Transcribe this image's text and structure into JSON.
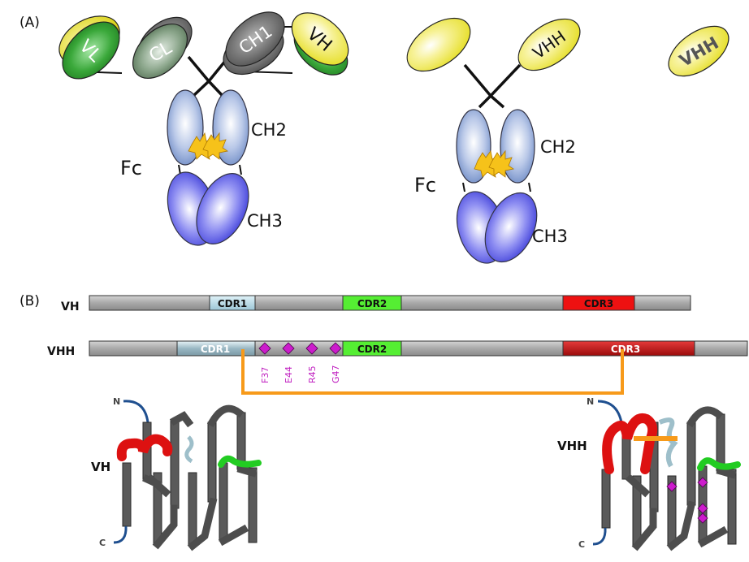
{
  "panel_a": {
    "label": "(A)",
    "conventional_antibody": {
      "light_chain": [
        "VL",
        "CL"
      ],
      "heavy_chain": [
        "CH1",
        "VH"
      ],
      "fc_label": "Fc",
      "ch2": "CH2",
      "ch3": "CH3"
    },
    "heavy_chain_antibody": {
      "domain": "VHH",
      "fc_label": "Fc",
      "ch2": "CH2",
      "ch3": "CH3"
    },
    "nanobody": {
      "domain": "VHH"
    }
  },
  "panel_b": {
    "label": "(B)",
    "vh_bar": {
      "label": "VH",
      "cdr1": "CDR1",
      "cdr2": "CDR2",
      "cdr3": "CDR3"
    },
    "vhh_bar": {
      "label": "VHH",
      "cdr1": "CDR1",
      "cdr2": "CDR2",
      "cdr3": "CDR3",
      "hallmark_mutations": [
        "F37",
        "E44",
        "R45",
        "G47"
      ]
    },
    "vh_structure": {
      "label": "VH",
      "n_term": "N",
      "c_term": "C"
    },
    "vhh_structure": {
      "label": "VHH",
      "n_term": "N",
      "c_term": "C"
    }
  },
  "colors": {
    "vl_green": "#2e9a2e",
    "light_yellow": "#f2ee4a",
    "cl_gray": "#6f8a6f",
    "ch1_gray": "#6d6d6d",
    "fc_ch2_blue": "#8fa8d6",
    "fc_ch3_blue": "#5b5bea",
    "cdr1_lightblue": "#bfe3ef",
    "cdr2_green": "#55ee33",
    "cdr3_red": "#ee1111",
    "cdr3_darkred": "#c41010",
    "link_orange": "#f79a1a",
    "mutation_magenta": "#cc1ccc",
    "bar_gray": "#a5a5a5"
  }
}
